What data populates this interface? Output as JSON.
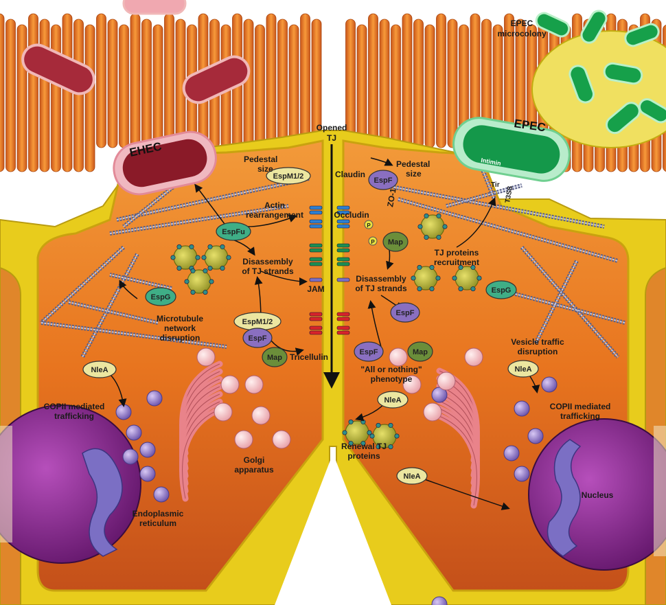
{
  "labels": {
    "ehec": "EHEC",
    "epec": "EPEC",
    "epec_microcolony_1": "EPEC",
    "epec_microcolony_2": "microcolony",
    "opened_tj_1": "Opened",
    "opened_tj_2": "TJ",
    "pedestal_left_1": "Pedestal",
    "pedestal_left_2": "size",
    "pedestal_right_1": "Pedestal",
    "pedestal_right_2": "size",
    "actin_1": "Actin",
    "actin_2": "rearrangement",
    "disassembly_left_1": "Disassembly",
    "disassembly_left_2": "of TJ strands",
    "disassembly_right_1": "Disassembly",
    "disassembly_right_2": "of TJ strands",
    "microtubule_1": "Microtubule",
    "microtubule_2": "network",
    "microtubule_3": "disruption",
    "tricellulin": "Tricellulin",
    "jam": "JAM",
    "claudin": "Claudin",
    "occludin": "Occludin",
    "zo1": "ZO-1",
    "intimin": "Intimin",
    "tir": "Tir",
    "t3ss": "T3SS",
    "tj_recruit_1": "TJ proteins",
    "tj_recruit_2": "recruitment",
    "vesicle_1": "Vesicle traffic",
    "vesicle_2": "disruption",
    "all_or_nothing_1": "\"All or nothing\"",
    "all_or_nothing_2": "phenotype",
    "renewal_1": "Renewal TJ",
    "renewal_2": "proteins",
    "copii_left_1": "COPII mediated",
    "copii_left_2": "trafficking",
    "copii_right_1": "COPII mediated",
    "copii_right_2": "trafficking",
    "golgi_1": "Golgi",
    "golgi_2": "apparatus",
    "er_1": "Endoplasmic",
    "er_2": "reticulum",
    "nucleus": "Nucleus",
    "p": "P"
  },
  "effectors": {
    "espm_top": "EspM1/2",
    "espfu": "EspFu",
    "espg_left": "EspG",
    "espm_low": "EspM1/2",
    "espf_left": "EspF",
    "map_left": "Map",
    "nlea_left": "NleA",
    "espf_top_right": "EspF",
    "map_right": "Map",
    "espf_mid_right": "EspF",
    "espg_right": "EspG",
    "espf_low_right": "EspF",
    "map_low_right": "Map",
    "nlea_center": "NleA",
    "nlea_right": "NleA",
    "nlea_bottom": "NleA"
  },
  "colors": {
    "cytoplasm": "#e8751f",
    "membrane": "#e8cc1c",
    "microvilli": "#f07a1e",
    "nucleus": "#8b2a8f",
    "golgi": "#e9838a",
    "ehec_body": "#a62a3a",
    "epec_body": "#16a04a",
    "effector_green": "#3fae86",
    "effector_purple": "#8a6fc0",
    "effector_olive": "#6b8e3a",
    "effector_cream": "#ece6a0"
  }
}
